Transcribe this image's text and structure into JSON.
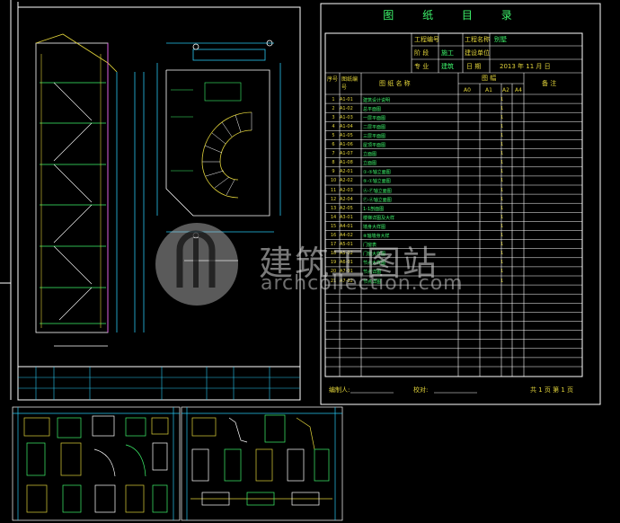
{
  "catalog": {
    "title": "图 纸 目 录",
    "header": {
      "project_no_label": "工程编号",
      "project_name_label": "工程名称",
      "project_name_value": "别墅",
      "stage_label": "阶  段",
      "stage_value": "施工",
      "client_label": "建设单位",
      "discipline_label": "专  业",
      "discipline_value": "建筑",
      "date_label": "日  期",
      "date_value": "2013 年 11 月  日"
    },
    "columns": {
      "no": "序号",
      "code": "图纸编号",
      "name": "图 纸 名 称",
      "sheets": "图 幅",
      "a0": "A0",
      "a1": "A1",
      "a2": "A2",
      "a4": "A4",
      "remarks": "备  注"
    },
    "rows": [
      {
        "no": "1",
        "code": "A1-01",
        "name": "建筑设计说明",
        "a1": "1"
      },
      {
        "no": "2",
        "code": "A1-02",
        "name": "总平面图",
        "a1": "1"
      },
      {
        "no": "3",
        "code": "A1-03",
        "name": "一层平面图",
        "a1": "1"
      },
      {
        "no": "4",
        "code": "A1-04",
        "name": "二层平面图",
        "a1": "1"
      },
      {
        "no": "5",
        "code": "A1-05",
        "name": "三层平面图",
        "a1": "1"
      },
      {
        "no": "6",
        "code": "A1-06",
        "name": "屋顶平面图",
        "a1": "1"
      },
      {
        "no": "7",
        "code": "A1-07",
        "name": "立面图",
        "a1": "1"
      },
      {
        "no": "8",
        "code": "A1-08",
        "name": "立面图",
        "a1": "1"
      },
      {
        "no": "9",
        "code": "A2-01",
        "name": "①-⑤轴立面图",
        "a1": "1"
      },
      {
        "no": "10",
        "code": "A2-02",
        "name": "⑤-①轴立面图",
        "a1": "1"
      },
      {
        "no": "11",
        "code": "A2-03",
        "name": "Ⓐ-Ⓕ轴立面图",
        "a1": "1"
      },
      {
        "no": "12",
        "code": "A2-04",
        "name": "Ⓕ-Ⓐ轴立面图",
        "a1": "1"
      },
      {
        "no": "13",
        "code": "A2-05",
        "name": "1-1剖面图",
        "a1": "1"
      },
      {
        "no": "14",
        "code": "A3-01",
        "name": "楼梯详图及大样",
        "a1": "1"
      },
      {
        "no": "15",
        "code": "A4-01",
        "name": "墙身大样图",
        "a1": "1"
      },
      {
        "no": "16",
        "code": "A4-02",
        "name": "⑧轴墙身大样",
        "a1": "1"
      },
      {
        "no": "17",
        "code": "A5-01",
        "name": "门窗表",
        "a1": "1"
      },
      {
        "no": "18",
        "code": "A5-02",
        "name": "门窗大样图",
        "a1": "1"
      },
      {
        "no": "19",
        "code": "A6-01",
        "name": "节点大样图",
        "a1": "1"
      },
      {
        "no": "20",
        "code": "A7-01",
        "name": "节点详图",
        "a1": "1"
      },
      {
        "no": "21",
        "code": "A7-02",
        "name": "节点详图",
        "a1": "1"
      }
    ],
    "footer": {
      "drafter_label": "编制人:",
      "checker_label": "校对:",
      "page": "共 1 页 第 1 页"
    }
  },
  "watermark": {
    "text": "建筑工图站",
    "url": "archcollection.com"
  },
  "colors": {
    "background": "#000000",
    "frame": "#ffffff",
    "cad_cyan": "#27c6f2",
    "cad_green": "#3ef56c",
    "cad_yellow": "#e0d23a",
    "cad_magenta": "#e247e9"
  }
}
